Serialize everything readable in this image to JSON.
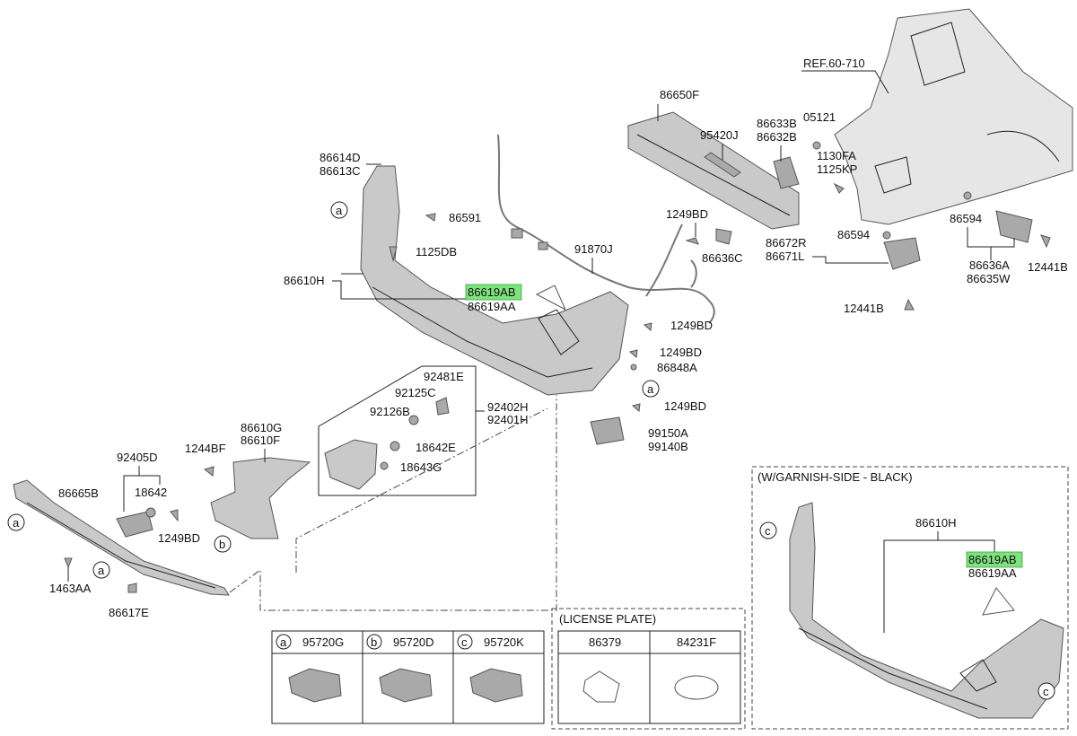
{
  "ref": "REF.60-710",
  "callouts": {
    "p86650F": "86650F",
    "p95420J": "95420J",
    "p86633B": "86633B",
    "p86632B": "86632B",
    "p05121": "05121",
    "p1130FA": "1130FA",
    "p1125KP": "1125KP",
    "p86614D": "86614D",
    "p86613C": "86613C",
    "p86591": "86591",
    "p1125DB": "1125DB",
    "p1249BD_top": "1249BD",
    "p86636C": "86636C",
    "p86672R": "86672R",
    "p86671L": "86671L",
    "p86594_a": "86594",
    "p86594_b": "86594",
    "p86636A": "86636A",
    "p86635W": "86635W",
    "p12441B_a": "12441B",
    "p12441B_b": "12441B",
    "p91870J": "91870J",
    "p86610H": "86610H",
    "p86619AB": "86619AB",
    "p86619AA": "86619AA",
    "p1249BD_1": "1249BD",
    "p1249BD_2": "1249BD",
    "p86848A": "86848A",
    "p1249BD_3": "1249BD",
    "p99150A": "99150A",
    "p99140B": "99140B",
    "p92481E": "92481E",
    "p92125C": "92125C",
    "p92126B": "92126B",
    "p92402H": "92402H",
    "p92401H": "92401H",
    "p18642E": "18642E",
    "p18643G": "18643G",
    "p86610G": "86610G",
    "p86610F": "86610F",
    "p1244BF": "1244BF",
    "p92405D": "92405D",
    "p18642": "18642",
    "p1249BD_4": "1249BD",
    "p86665B": "86665B",
    "p1463AA": "1463AA",
    "p86617E": "86617E"
  },
  "markers": {
    "a": "a",
    "b": "b",
    "c": "c"
  },
  "sensor_table": {
    "cells": [
      {
        "marker": "a",
        "part": "95720G"
      },
      {
        "marker": "b",
        "part": "95720D"
      },
      {
        "marker": "c",
        "part": "95720K"
      }
    ]
  },
  "license_plate": {
    "title": "(LICENSE PLATE)",
    "headers": [
      "86379",
      "84231F"
    ]
  },
  "garnish": {
    "title": "(W/GARNISH-SIDE - BLACK)",
    "p86610H": "86610H",
    "p86619AB": "86619AB",
    "p86619AA": "86619AA"
  },
  "colors": {
    "highlight": "#7ee27e",
    "part_fill": "#c9c9c9"
  }
}
